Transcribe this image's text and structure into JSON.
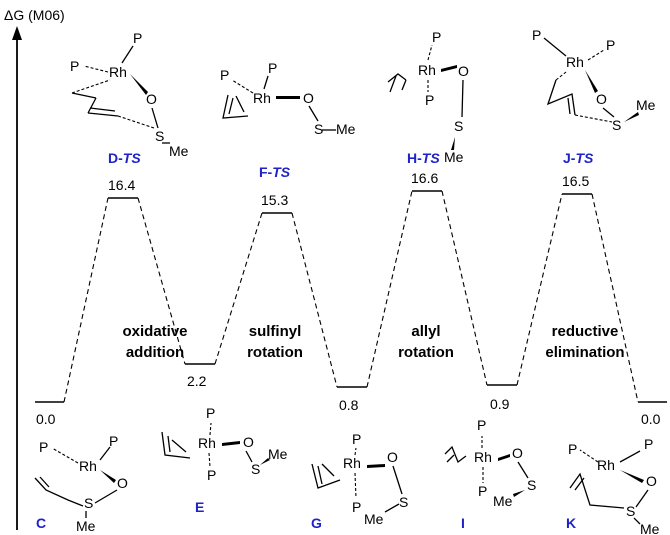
{
  "axis": {
    "label": "ΔG (M06)"
  },
  "levels": [
    {
      "id": "C",
      "energy": "0.0",
      "kind": "int"
    },
    {
      "id": "D-TS",
      "energy": "16.4",
      "kind": "ts"
    },
    {
      "id": "E",
      "energy": "2.2",
      "kind": "int"
    },
    {
      "id": "F-TS",
      "energy": "15.3",
      "kind": "ts"
    },
    {
      "id": "G",
      "energy": "0.8",
      "kind": "int"
    },
    {
      "id": "H-TS",
      "energy": "16.6",
      "kind": "ts"
    },
    {
      "id": "I",
      "energy": "0.9",
      "kind": "int"
    },
    {
      "id": "J-TS",
      "energy": "16.5",
      "kind": "ts"
    },
    {
      "id": "K",
      "energy": "0.0",
      "kind": "int"
    }
  ],
  "steps": [
    {
      "line1": "oxidative",
      "line2": "addition"
    },
    {
      "line1": "sulfinyl",
      "line2": "rotation"
    },
    {
      "line1": "allyl",
      "line2": "rotation"
    },
    {
      "line1": "reductive",
      "line2": "elimination"
    }
  ],
  "ts_labels": [
    {
      "prefix": "D-",
      "suffix": "TS"
    },
    {
      "prefix": "F-",
      "suffix": "TS"
    },
    {
      "prefix": "H-",
      "suffix": "TS"
    },
    {
      "prefix": "J-",
      "suffix": "TS"
    }
  ],
  "intermediates": [
    "C",
    "E",
    "G",
    "I",
    "K"
  ],
  "atoms": {
    "rh": "Rh",
    "p": "P",
    "o": "O",
    "s": "S",
    "me": "Me"
  },
  "colors": {
    "label_blue": "#1f22c9",
    "ink": "#000000"
  }
}
